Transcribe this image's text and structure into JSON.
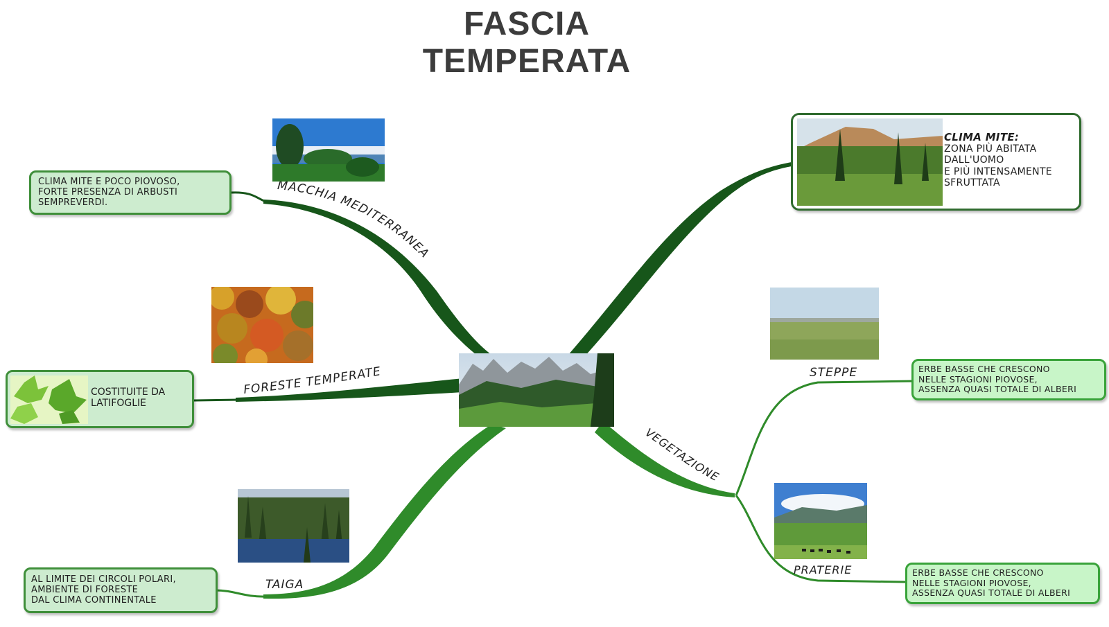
{
  "title": {
    "line1": "FASCIA",
    "line2": "TEMPERATA"
  },
  "branches": {
    "macchia": "MACCHIA MEDITERRANEA",
    "foreste": "FORESTE TEMPERATE",
    "taiga": "TAIGA",
    "vegetazione": "VEGETAZIONE",
    "steppe": "STEPPE",
    "praterie": "PRATERIE"
  },
  "notes": {
    "macchia": [
      "CLIMA MITE E POCO PIOVOSO,",
      "FORTE PRESENZA DI ARBUSTI",
      "SEMPREVERDI."
    ],
    "foreste": [
      "COSTITUITE DA",
      "LATIFOGLIE"
    ],
    "taiga": [
      "AL LIMITE DEI CIRCOLI POLARI,",
      "AMBIENTE DI FORESTE",
      "DAL CLIMA CONTINENTALE"
    ],
    "steppe": [
      "ERBE BASSE CHE CRESCONO",
      "NELLE STAGIONI PIOVOSE,",
      "ASSENZA QUASI TOTALE DI ALBERI"
    ],
    "praterie": [
      "ERBE BASSE CHE CRESCONO",
      "NELLE STAGIONI PIOVOSE,",
      "ASSENZA QUASI TOTALE DI ALBERI"
    ]
  },
  "clima_card": {
    "heading": "CLIMA MITE:",
    "lines": [
      "ZONA PIÙ ABITATA",
      "DALL'UOMO",
      "E PIÙ INTENSAMENTE",
      "SFRUTTATA"
    ]
  },
  "colors": {
    "dark_branch": "#17561a",
    "light_branch": "#2f8b2a",
    "note_fill": "#cdeccf",
    "note_border": "#3f8f3a",
    "title": "#3c3c3c"
  }
}
